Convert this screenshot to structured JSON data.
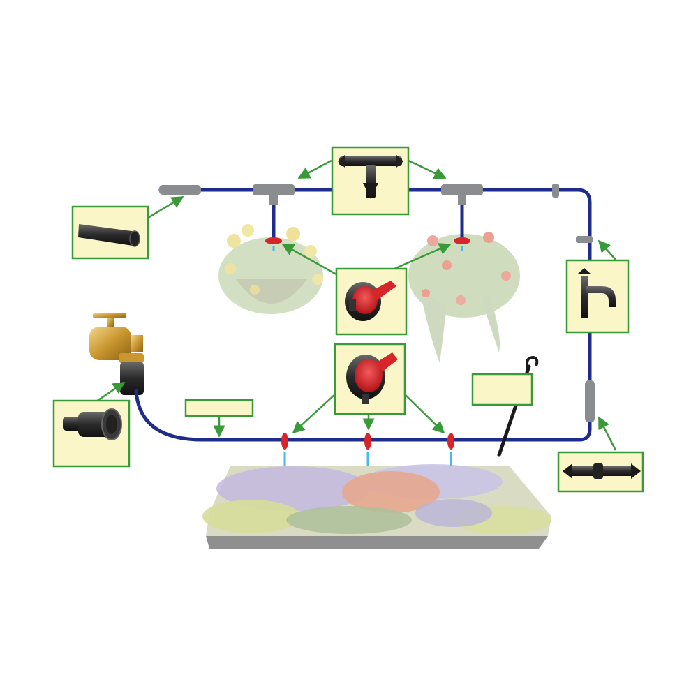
{
  "diagram": {
    "kind": "drip irrigation kit layout",
    "colors": {
      "tubing": "#1e2c8c",
      "callout_fill": "#fbf6c8",
      "callout_border": "#3a9a3a",
      "dripper_red": "#d8252a",
      "fitting_gray": "#8a8d90",
      "water_drop": "#49b6ee"
    },
    "components": [
      {
        "id": "tubing",
        "icon": "tubing-piece-icon"
      },
      {
        "id": "tee",
        "icon": "tee-connector-icon"
      },
      {
        "id": "dripper-hanging",
        "icon": "dripper-emitter-icon"
      },
      {
        "id": "dripper-bed",
        "icon": "dripper-emitter-icon"
      },
      {
        "id": "stake",
        "icon": "stake-icon"
      },
      {
        "id": "hold-down-clip",
        "icon": "hold-down-clip-icon"
      },
      {
        "id": "coupler",
        "icon": "straight-coupler-icon"
      },
      {
        "id": "faucet-adapter",
        "icon": "faucet-adapter-icon"
      }
    ],
    "blank_labels": 2
  }
}
